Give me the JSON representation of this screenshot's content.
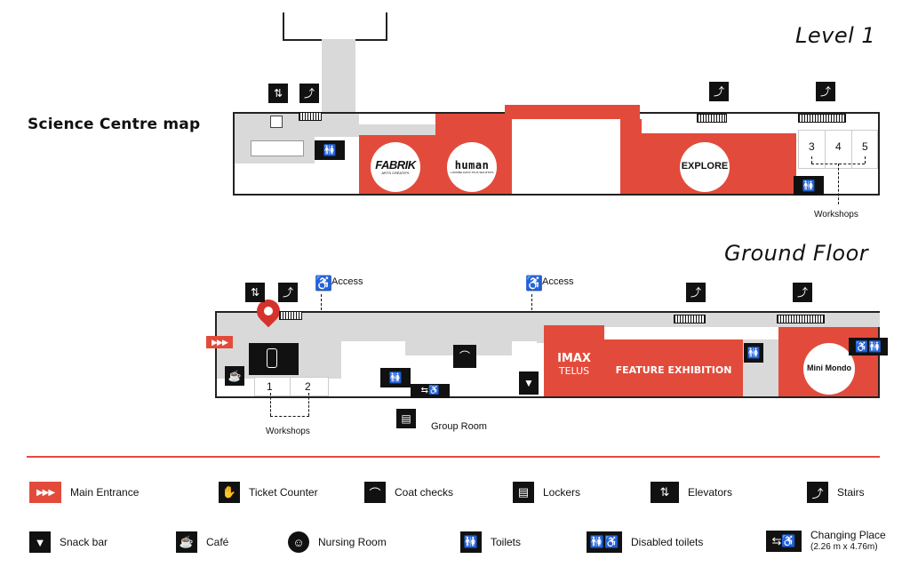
{
  "page_title": "Science Centre map",
  "levels": {
    "level1": {
      "label": "Level 1",
      "rooms": {
        "fabrik_line1": "FABRIK",
        "fabrik_line2": "ARTS CRÉATIFS",
        "human": "human",
        "human_sub": "L'HOMME DANS TOUS SES ÉTATS",
        "explore": "EXPLORE"
      },
      "workshops_numbers": [
        "3",
        "4",
        "5"
      ],
      "workshops_label": "Workshops"
    },
    "ground": {
      "label": "Ground Floor",
      "access_labels": [
        "Access",
        "Access"
      ],
      "rooms": {
        "imax_line1": "IMAX",
        "imax_line2": "TELUS",
        "feature": "FEATURE EXHIBITION",
        "mini_mondo": "Mini Mondo"
      },
      "workshops_numbers": [
        "1",
        "2"
      ],
      "workshops_label": "Workshops",
      "group_room_label": "Group Room"
    }
  },
  "legend": {
    "main_entrance": "Main Entrance",
    "ticket_counter": "Ticket Counter",
    "coat_checks": "Coat checks",
    "lockers": "Lockers",
    "elevators": "Elevators",
    "stairs": "Stairs",
    "snack_bar": "Snack bar",
    "cafe": "Café",
    "nursing_room": "Nursing Room",
    "toilets": "Toilets",
    "disabled_toilets": "Disabled toilets",
    "changing_place": "Changing Place",
    "changing_place_size": "(2.26 m x 4.76m)"
  },
  "colors": {
    "accent": "#e24b3b",
    "pin": "#d6322c",
    "corridor": "#dcdcdc",
    "icon_bg": "#111111"
  },
  "icons": {
    "main_entrance": "triple-arrow-icon",
    "ticket_counter": "ticket-hand-icon",
    "coat_checks": "hanger-icon",
    "lockers": "locker-icon",
    "elevators": "elevator-icon",
    "stairs": "stairs-person-icon",
    "snack_bar": "popcorn-icon",
    "cafe": "coffee-cup-icon",
    "nursing_room": "nursing-icon",
    "toilets": "toilets-icon",
    "disabled_toilets": "disabled-toilets-icon",
    "changing_place": "changing-place-icon",
    "access": "wheelchair-icon",
    "location": "location-pin-icon"
  }
}
